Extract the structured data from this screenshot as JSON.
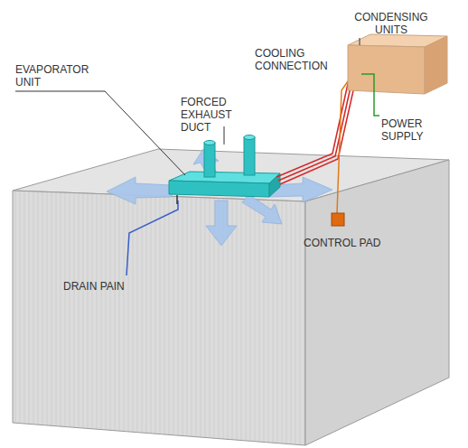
{
  "diagram": {
    "labels": [
      "CONDENSING UNITS",
      "COOLING CONNECTION",
      "EVAPORATOR UNIT",
      "FORCED EXHAUST DUCT",
      "POWER SUPPLY",
      "CONTROL PAD",
      "DRAIN PAIN"
    ]
  }
}
